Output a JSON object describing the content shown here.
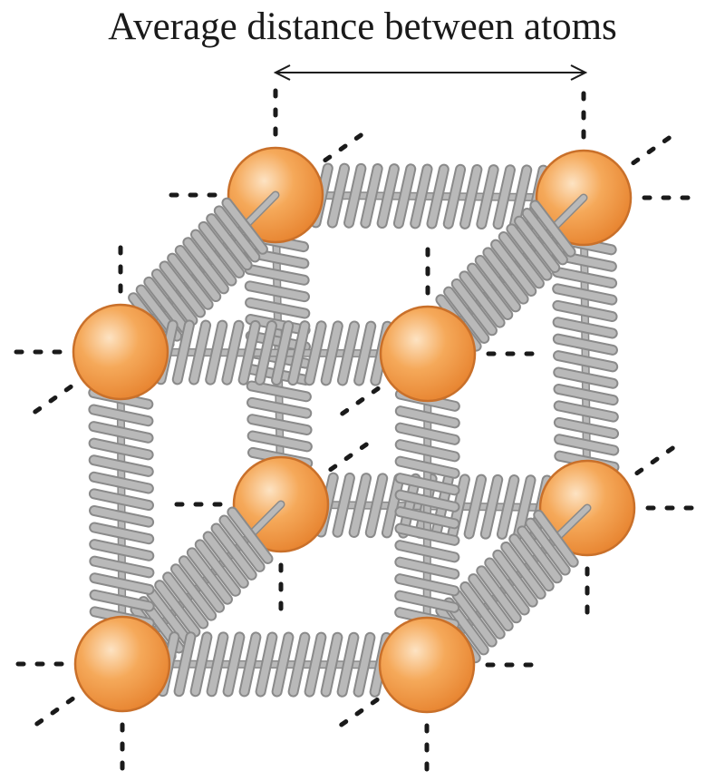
{
  "title": "Average distance between atoms",
  "colors": {
    "atom_fill": "#f2a04c",
    "atom_edge": "#c9702a",
    "spring_fill": "#b9b9b9",
    "spring_edge": "#8a8a8a",
    "dots": "#1a1a1a"
  },
  "lattice": {
    "atoms": 8,
    "bonds": 12,
    "structure": "simple cubic"
  }
}
